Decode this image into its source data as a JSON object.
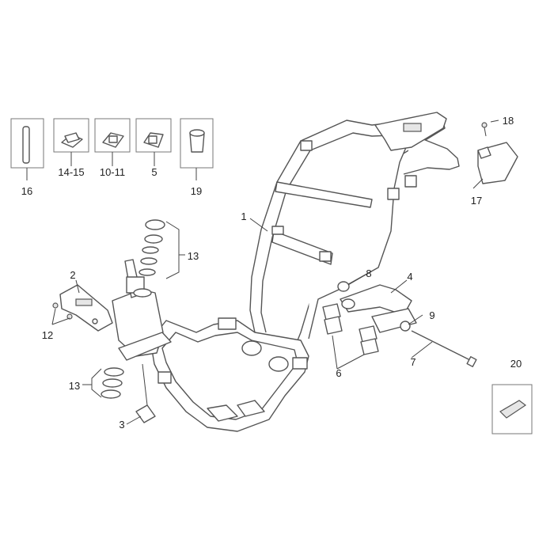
{
  "colors": {
    "line": "#444444",
    "part_stroke": "#555555",
    "label": "#222222"
  },
  "diagram": {
    "callouts": {
      "c1": "1",
      "c2": "2",
      "c3": "3",
      "c4": "4",
      "c5": "5",
      "c6": "6",
      "c7": "7",
      "c8": "8",
      "c9": "9",
      "c10_11": "10-11",
      "c12": "12",
      "c13a": "13",
      "c13b": "13",
      "c14_15": "14-15",
      "c16": "16",
      "c17": "17",
      "c18": "18",
      "c19": "19",
      "c20": "20"
    }
  }
}
